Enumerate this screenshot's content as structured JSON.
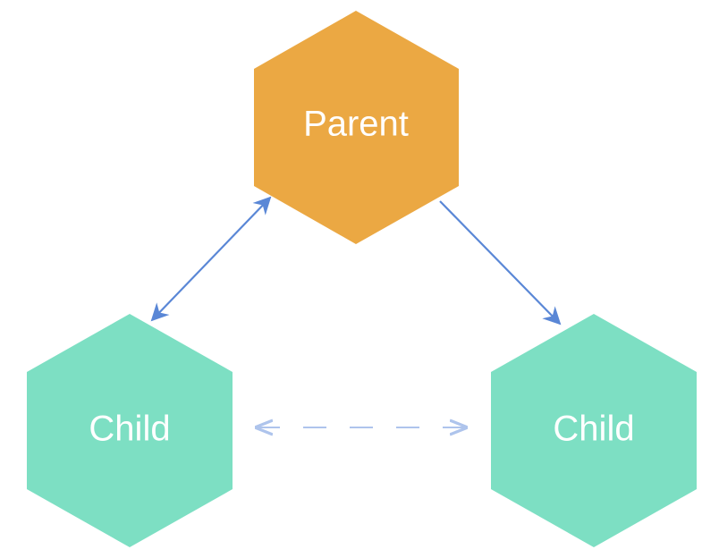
{
  "nodes": {
    "parent": {
      "label": "Parent",
      "color": "#EBA843"
    },
    "child_left": {
      "label": "Child",
      "color": "#7DDFC3"
    },
    "child_right": {
      "label": "Child",
      "color": "#7DDFC3"
    }
  },
  "edges": [
    {
      "from": "parent",
      "to": "child_left",
      "style": "solid",
      "direction": "both",
      "color": "#5A87D6"
    },
    {
      "from": "parent",
      "to": "child_right",
      "style": "solid",
      "direction": "forward",
      "color": "#5A87D6"
    },
    {
      "from": "child_left",
      "to": "child_right",
      "style": "dashed",
      "direction": "both",
      "color": "#AEC4EC"
    }
  ]
}
